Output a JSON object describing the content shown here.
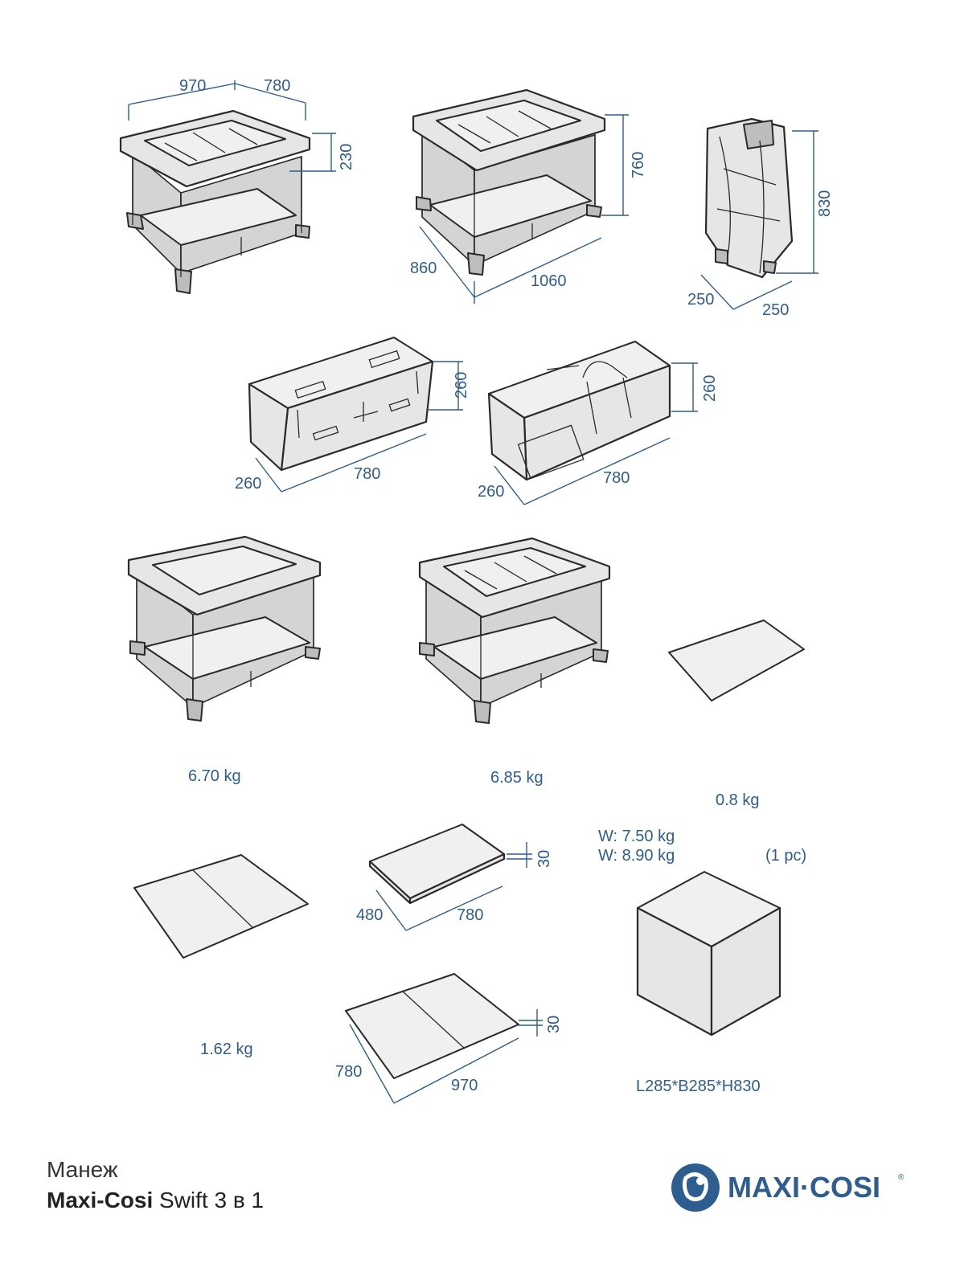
{
  "colors": {
    "accent": "#2d5e8f",
    "line": "#2a2a2a",
    "fill": "#e6e6e6"
  },
  "dimensions": {
    "crib1": {
      "width": "970",
      "depth": "780",
      "height": "230"
    },
    "crib2": {
      "height": "760",
      "depth": "860",
      "width": "1060"
    },
    "folded": {
      "height": "830",
      "depth": "250",
      "width": "250"
    },
    "box": {
      "height": "260",
      "depth": "260",
      "length": "780"
    },
    "bag": {
      "height": "260",
      "depth": "260",
      "length": "780"
    },
    "mattress_folded": {
      "thickness": "30",
      "depth": "480",
      "length": "780"
    },
    "mattress_open": {
      "thickness": "30",
      "depth": "780",
      "length": "970"
    }
  },
  "weights": {
    "crib1": "6.70 kg",
    "crib2": "6.85 kg",
    "board": "0.8 kg",
    "mattress": "1.62 kg"
  },
  "carton": {
    "net_weight": "W: 7.50 kg",
    "gross_weight": "W: 8.90 kg",
    "quantity": "(1 pc)",
    "size": "L285*B285*H830"
  },
  "footer": {
    "category": "Манеж",
    "brand": "Maxi-Cosi",
    "model": "Swift 3 в 1",
    "logo_text": "MAXI·COSI",
    "logo_icon": "maxi-cosi-logo-icon"
  }
}
